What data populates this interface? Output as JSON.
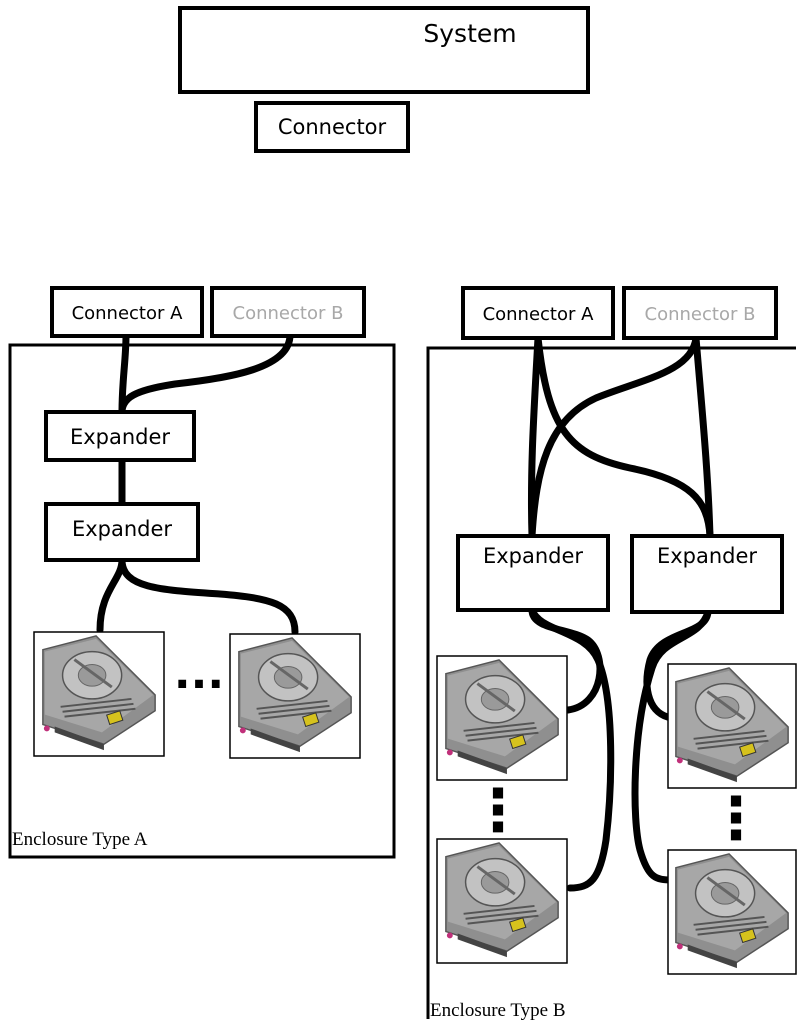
{
  "top": {
    "system_label": "System",
    "connector_label": "Connector"
  },
  "enclosure_a": {
    "label": "Enclosure Type A",
    "connector_a": "Connector A",
    "connector_b": "Connector B",
    "expanders": [
      "Expander",
      "Expander"
    ],
    "ellipsis": "..."
  },
  "enclosure_b": {
    "label": "Enclosure Type B",
    "connector_a": "Connector A",
    "connector_b": "Connector B",
    "expanders": [
      "Expander",
      "Expander"
    ],
    "ellipsis_left": "⋮",
    "ellipsis_right": "⋮"
  },
  "colors": {
    "inactive_text": "#a8a8a8",
    "disk_body": "#8f8f8f",
    "disk_platter": "#b9b9b9",
    "disk_label": "#d6c21d"
  },
  "icons": [
    "hard-drive-icon"
  ]
}
